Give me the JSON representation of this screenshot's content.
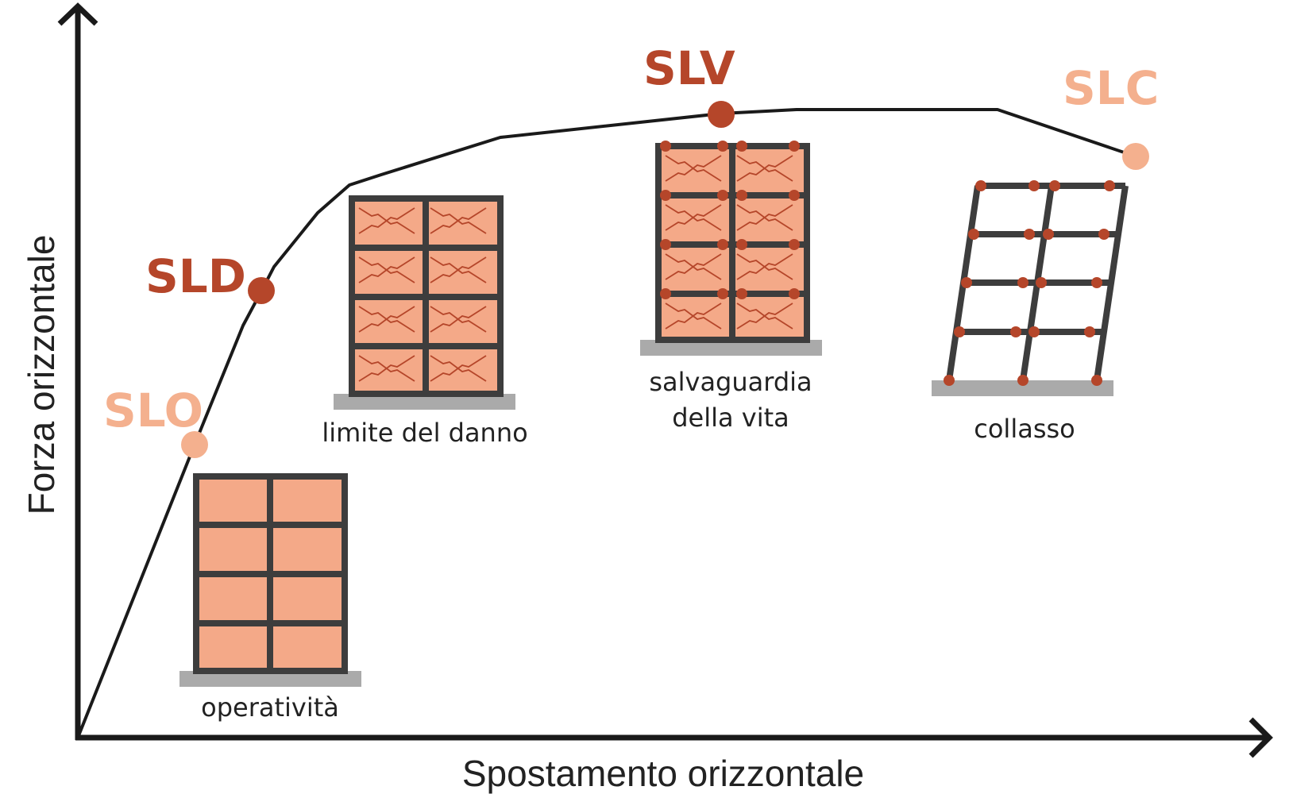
{
  "axes": {
    "x_label": "Spostamento orizzontale",
    "y_label": "Forza orizzontale"
  },
  "states": [
    {
      "code": "SLO",
      "color": "#f4b08e",
      "caption": [
        "operatività"
      ],
      "damage": "none"
    },
    {
      "code": "SLD",
      "color": "#b5462a",
      "caption": [
        "limite del danno"
      ],
      "damage": "cracked"
    },
    {
      "code": "SLV",
      "color": "#b5462a",
      "caption": [
        "salvaguardia",
        "della vita"
      ],
      "damage": "hinged"
    },
    {
      "code": "SLC",
      "color": "#f4b08e",
      "caption": [
        "collasso"
      ],
      "damage": "collapse"
    }
  ],
  "colors": {
    "curve": "#1a1a1a",
    "frame": "#3d3d3d",
    "infill": "#f4a988",
    "crack": "#b5462a",
    "hinge": "#b5462a",
    "ground": "#aaaaaa"
  }
}
